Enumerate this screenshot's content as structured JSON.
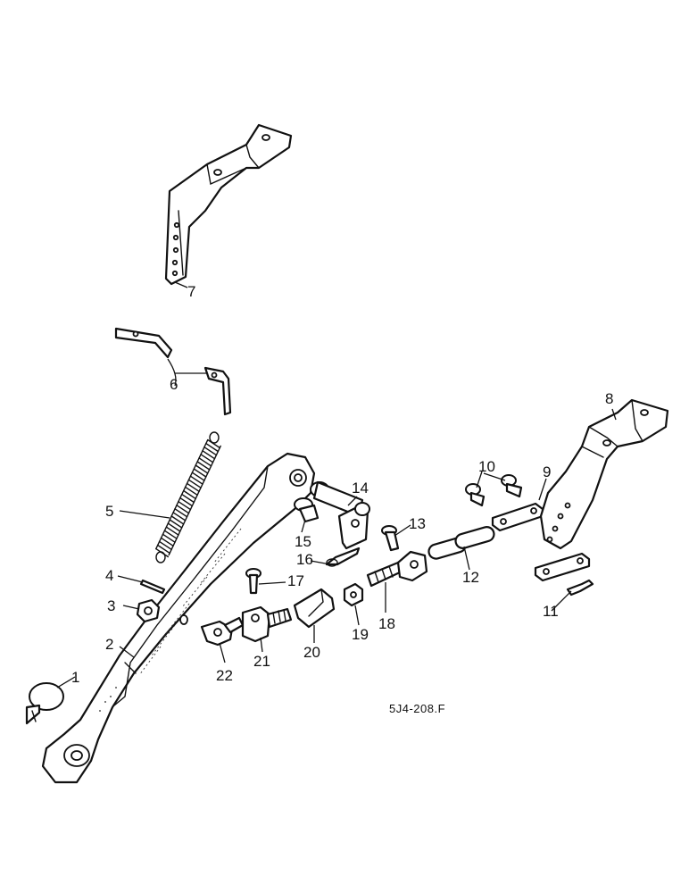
{
  "diagram": {
    "callouts": {
      "c1": "1",
      "c2": "2",
      "c3": "3",
      "c4": "4",
      "c5": "5",
      "c6": "6",
      "c7": "7",
      "c8": "8",
      "c9": "9",
      "c10": "10",
      "c11": "11",
      "c12": "12",
      "c13": "13",
      "c14": "14",
      "c15": "15",
      "c16": "16",
      "c17": "17",
      "c18": "18",
      "c19": "19",
      "c20": "20",
      "c21": "21",
      "c22": "22"
    },
    "reference_code": "5J4-208.F"
  }
}
